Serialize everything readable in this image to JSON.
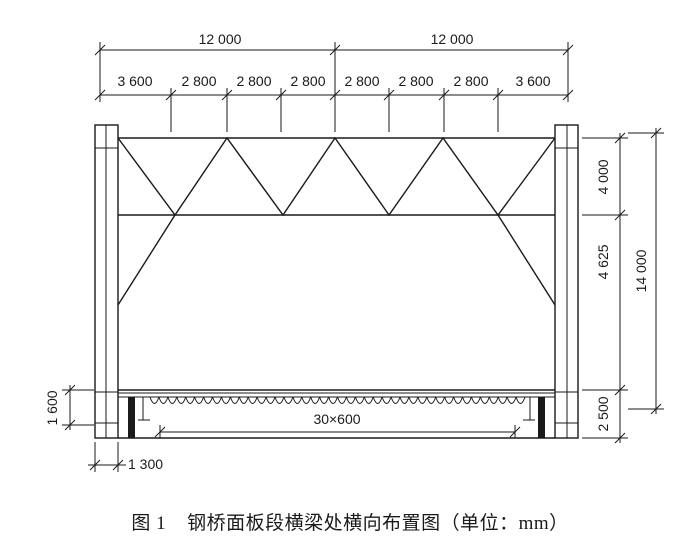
{
  "dimensions": {
    "top_overall": [
      "12 000",
      "12 000"
    ],
    "top_panels": [
      "3 600",
      "2 800",
      "2 800",
      "2 800",
      "2 800",
      "2 800",
      "2 800",
      "3 600"
    ],
    "right_parts": [
      "4 000",
      "4 625",
      "2 500"
    ],
    "right_total": "14 000",
    "left_height": "1 600",
    "left_width": "1 300",
    "deck_ribs": "30×600"
  },
  "caption": {
    "figure_number": "图 1",
    "title": "钢桥面板段横梁处横向布置图（单位：mm）"
  }
}
